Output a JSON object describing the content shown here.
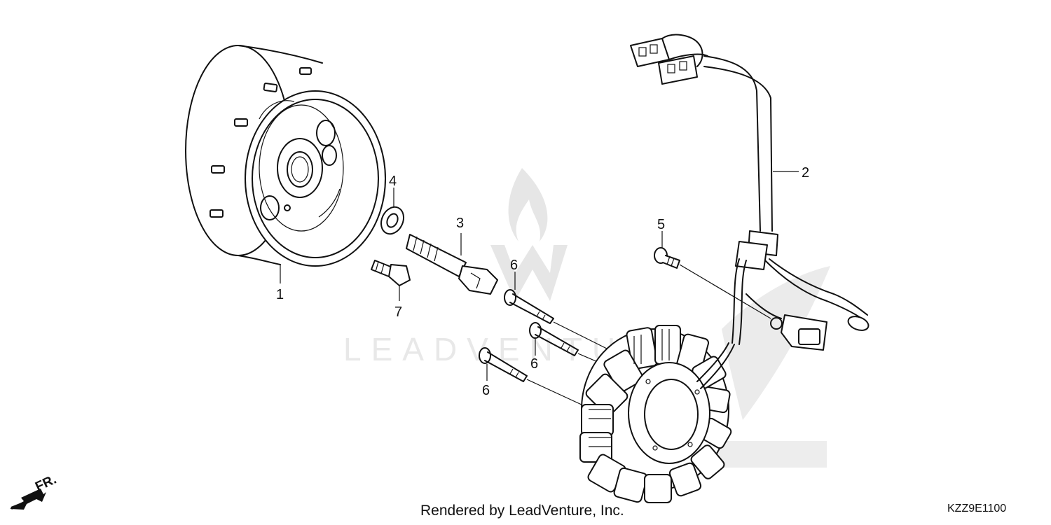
{
  "parts": {
    "flywheel": {
      "callout": "1"
    },
    "wire_harness": {
      "callout": "2"
    },
    "flange_bolt": {
      "callout": "3"
    },
    "washer": {
      "callout": "4"
    },
    "bolt_5": {
      "callout": "5"
    },
    "stator_bolt_a": {
      "callout": "6"
    },
    "stator_bolt_b": {
      "callout": "6"
    },
    "stator_bolt_c": {
      "callout": "6"
    },
    "pickup_bolt": {
      "callout": "7"
    }
  },
  "watermark": {
    "text": "LEADVENTURE"
  },
  "direction_arrow": {
    "label": "FR."
  },
  "footer": {
    "credit": "Rendered by LeadVenture, Inc.",
    "diagram_code": "KZZ9E1100"
  }
}
